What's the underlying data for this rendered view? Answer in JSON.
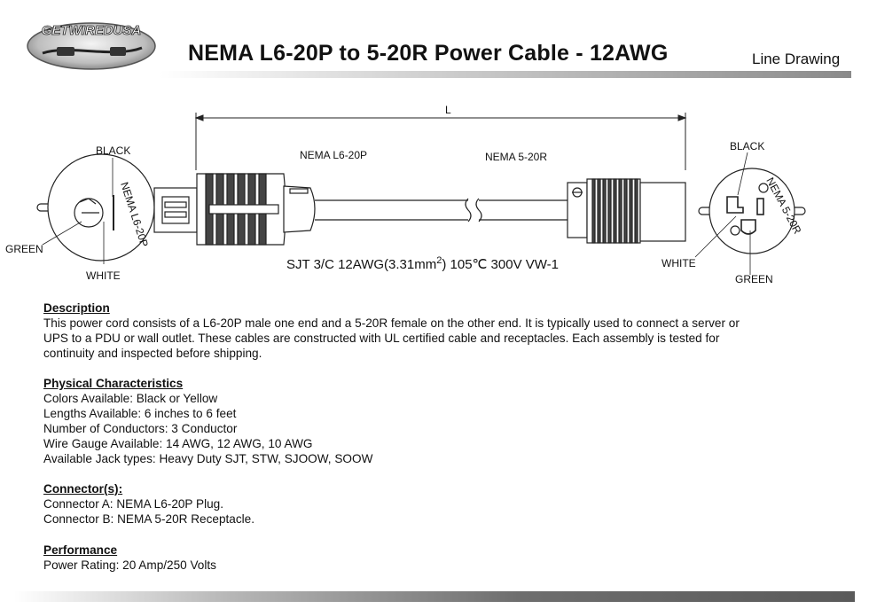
{
  "logo": {
    "text": "GETWIREDUSA"
  },
  "header": {
    "title": "NEMA L6-20P to 5-20R Power Cable - 12AWG",
    "subtitle": "Line Drawing"
  },
  "drawing": {
    "length_label": "L",
    "left_face": {
      "black": "BLACK",
      "green": "GREEN",
      "white": "WHITE",
      "ring_text": "NEMA L6-20P"
    },
    "plug_label": "NEMA L6-20P",
    "receptacle_label": "NEMA 5-20R",
    "cable_spec_prefix": "SJT  3/C 12AWG(3.31mm",
    "cable_spec_sup": "2",
    "cable_spec_suffix": ")  105℃  300V VW-1",
    "right_face": {
      "black": "BLACK",
      "white": "WHITE",
      "green": "GREEN",
      "ring_text": "NEMA 5-20R"
    }
  },
  "description": {
    "heading": "Description",
    "text": "This power cord consists of a L6-20P male one end and a 5-20R female on the other end. It is typically used to connect a server or UPS to a PDU or wall outlet. These cables are constructed with UL certified cable and receptacles. Each assembly is tested for continuity and inspected before shipping."
  },
  "physical": {
    "heading": "Physical Characteristics",
    "items": [
      "Colors Available: Black or Yellow",
      "Lengths Available: 6 inches to 6 feet",
      "Number of Conductors: 3 Conductor",
      "Wire Gauge Available: 14 AWG, 12 AWG, 10 AWG",
      "Available Jack types: Heavy Duty SJT, STW, SJOOW, SOOW"
    ]
  },
  "connectors": {
    "heading": "Connector(s):",
    "items": [
      "Connector A: NEMA L6-20P Plug.",
      "Connector B: NEMA 5-20R Receptacle."
    ]
  },
  "performance": {
    "heading": "Performance",
    "items": [
      "Power Rating: 20 Amp/250 Volts"
    ]
  }
}
